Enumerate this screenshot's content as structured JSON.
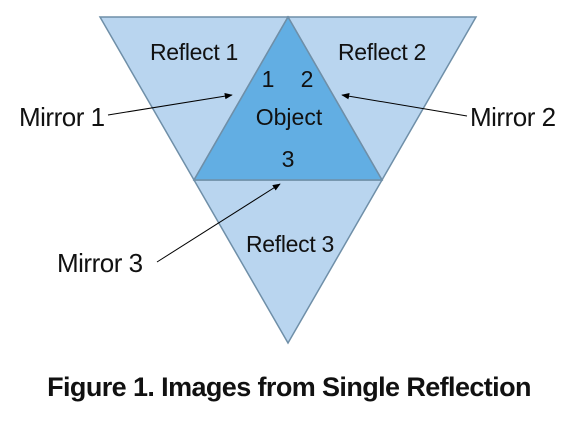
{
  "regions": {
    "reflect1": "Reflect 1",
    "reflect2": "Reflect 2",
    "reflect3": "Reflect 3",
    "object": "Object",
    "edge1": "1",
    "edge2": "2",
    "edge3": "3"
  },
  "callouts": {
    "mirror1": "Mirror 1",
    "mirror2": "Mirror 2",
    "mirror3": "Mirror 3"
  },
  "caption": "Figure 1. Images from Single Reflection",
  "colors": {
    "reflect_fill": "#b9d5ef",
    "object_fill": "#62aee3",
    "outline": "#6f8fa8"
  }
}
